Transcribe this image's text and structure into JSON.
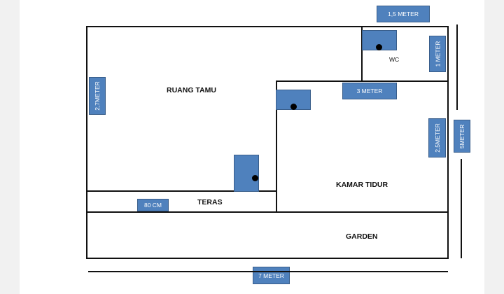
{
  "rooms": {
    "ruang_tamu": "RUANG TAMU",
    "teras": "TERAS",
    "kamar_tidur": "KAMAR TIDUR",
    "garden": "GARDEN",
    "wc": "WC"
  },
  "dimensions": {
    "top_width": "1,5 METER",
    "wc_height": "1 METER",
    "left_height": "2,7METER",
    "bedroom_width": "3 METER",
    "bedroom_height": "2,5METER",
    "total_height": "5METER",
    "door_width": "80 CM",
    "total_width": "7 METER"
  },
  "colors": {
    "label_fill": "#4f81bd",
    "label_border": "#385d8a",
    "walls": "#111111"
  }
}
